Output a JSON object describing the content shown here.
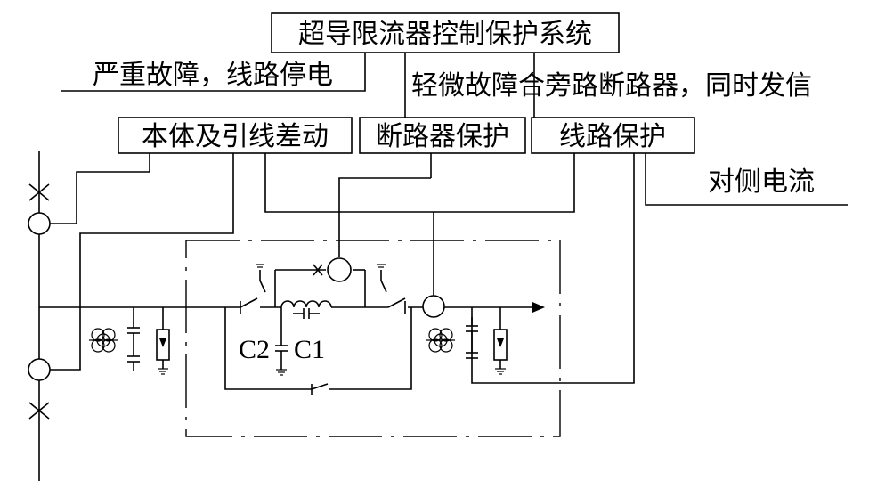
{
  "labels": {
    "control_system": "超导限流器控制保护系统",
    "severe_fault": "严重故障，线路停电",
    "minor_fault": "轻微故障合旁路断路器，同时发信",
    "differential": "本体及引线差动",
    "breaker_protection": "断路器保护",
    "line_protection": "线路保护",
    "remote_current": "对侧电流",
    "c2": "C2",
    "c1": "C1"
  }
}
